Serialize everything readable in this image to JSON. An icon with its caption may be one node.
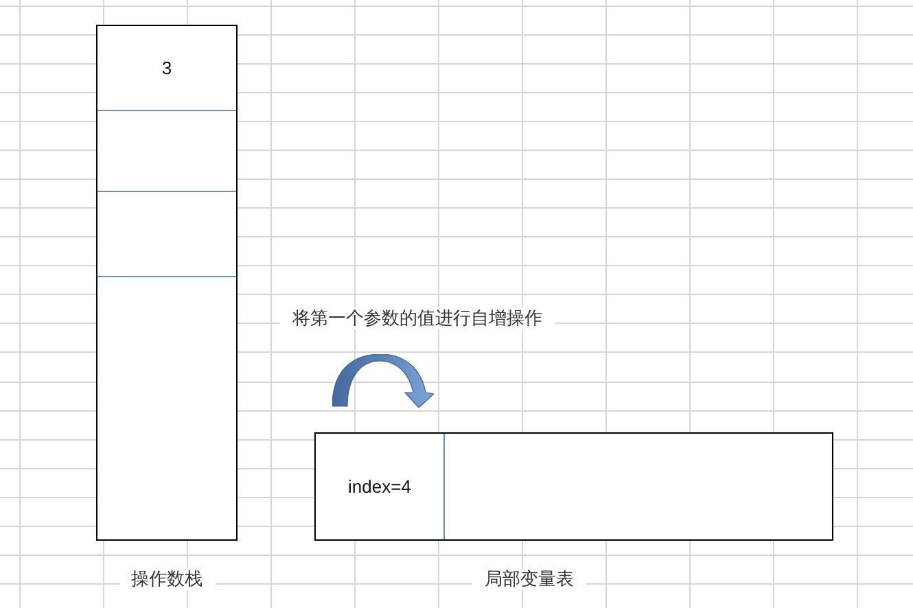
{
  "diagram": {
    "nodes": [
      {
        "text": [
          "操作数栈"
        ]
      },
      {
        "text": [
          "3"
        ],
        "in": 0
      },
      {
        "text": [],
        "shape": "box",
        "in": 0
      },
      {
        "text": [],
        "shape": "box",
        "in": 0
      },
      {
        "text": [],
        "shape": "box",
        "in": 0
      },
      {
        "text": [
          "局部变量表"
        ]
      },
      {
        "text": [
          "index=4"
        ],
        "in": 5
      },
      {
        "text": [],
        "shape": "box",
        "in": 5
      }
    ],
    "labels": [
      "将第一个参数的值进行自增操作"
    ]
  }
}
